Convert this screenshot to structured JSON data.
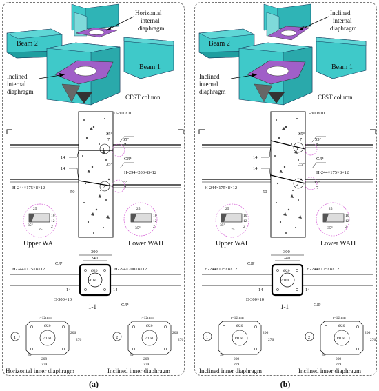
{
  "panel_a": {
    "iso": {
      "beam2": "Beam 2",
      "beam1": "Beam 1",
      "top_callout": [
        "Horizontal",
        "internal",
        "diaphragm"
      ],
      "bottom_callout": [
        "Inclined",
        "internal",
        "diaphragm"
      ],
      "column": "CFST column"
    },
    "elevation": {
      "column_section": "□-300×10",
      "cjp": "CJP",
      "left_beam": "H-244×175×8×12",
      "right_beam": "H-294×200×8×12",
      "weld_size": "14",
      "angle": "35°",
      "gap": "7",
      "dim_50": "50",
      "marker1": "1",
      "marker2": "2"
    },
    "details": {
      "upper_label": "Upper WAH",
      "lower_label": "Lower WAH",
      "upper_dims": [
        "25",
        "25",
        "10",
        "12",
        "2"
      ],
      "lower_dims": [
        "25",
        "10",
        "12",
        "2",
        "35°"
      ],
      "upper_angle": "35°"
    },
    "section": {
      "dim_300": "300",
      "dim_240": "240",
      "left_beam": "H-244×175×8×12",
      "right_beam": "H-294×200×8×12",
      "cjp": "CJP",
      "column_section": "□-300×10",
      "hole": "Ø160",
      "bolt": "Ø20",
      "weld": "14",
      "title": "1-1"
    },
    "plates": {
      "thickness": "t=12mm",
      "hole": "Ø160",
      "bolt": "Ø20",
      "dim_206": "206",
      "dim_276": "276",
      "dim_209": "209",
      "dim_279": "279",
      "dim_30": "30",
      "left_marker": "1",
      "right_marker": "2",
      "left_title": "Horizontal inner diaphragm",
      "right_title": "Inclined inner diaphragm"
    }
  },
  "panel_b": {
    "iso": {
      "beam2": "Beam 2",
      "beam1": "Beam 1",
      "top_callout": [
        "Inclined",
        "internal",
        "diaphragm"
      ],
      "bottom_callout": [
        "Inclined",
        "internal",
        "diaphragm"
      ],
      "column": "CFST column"
    },
    "elevation": {
      "column_section": "□-300×10",
      "cjp": "CJP",
      "left_beam": "H-244×175×8×12",
      "right_beam": "H-244×175×8×12",
      "weld_size": "14",
      "angle": "35°",
      "gap": "7",
      "dim_50": "50",
      "marker1": "1",
      "marker2": "2"
    },
    "details": {
      "upper_label": "Upper WAH",
      "lower_label": "Lower WAH",
      "upper_dims": [
        "25",
        "25",
        "10",
        "12",
        "2"
      ],
      "lower_dims": [
        "25",
        "10",
        "12",
        "2",
        "35°"
      ],
      "upper_angle": "35°"
    },
    "section": {
      "dim_300": "300",
      "dim_240": "240",
      "left_beam": "H-244×175×8×12",
      "right_beam": "H-244×175×8×12",
      "cjp": "CJP",
      "column_section": "□-300×10",
      "hole": "Ø160",
      "bolt": "Ø20",
      "weld": "14",
      "title": "1-1"
    },
    "plates": {
      "thickness": "t=12mm",
      "hole": "Ø160",
      "bolt": "Ø20",
      "dim_206": "206",
      "dim_276": "276",
      "dim_209": "209",
      "dim_279": "279",
      "dim_30": "30",
      "left_marker": "1",
      "right_marker": "2",
      "left_title": "Inclined inner diaphragm",
      "right_title": "Inclined inner diaphragm"
    }
  },
  "captions": {
    "a": "(a)",
    "b": "(b)"
  },
  "colors": {
    "steel": "#3fc9c9",
    "steel_dark": "#1f9ea0",
    "diaphragm": "#a05fc8",
    "weld": "#b8b8b8",
    "callout": "#d65fd6"
  }
}
